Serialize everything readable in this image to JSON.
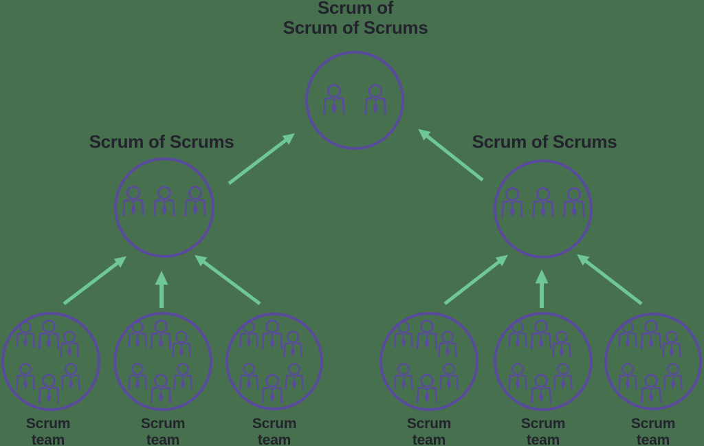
{
  "colors": {
    "background": "#47704E",
    "node_purple": "#5A4A9D",
    "arrow_green": "#6FC795",
    "label_text": "#23232D"
  },
  "root_node": {
    "title_line1": "Scrum of",
    "title_line2": "Scrum of Scrums",
    "member_count": 2
  },
  "mid_nodes": [
    {
      "label": "Scrum of Scrums",
      "member_count": 3
    },
    {
      "label": "Scrum of Scrums",
      "member_count": 3
    }
  ],
  "team_nodes": [
    {
      "label_line1": "Scrum",
      "label_line2": "team",
      "member_count": 6
    },
    {
      "label_line1": "Scrum",
      "label_line2": "team",
      "member_count": 6
    },
    {
      "label_line1": "Scrum",
      "label_line2": "team",
      "member_count": 6
    },
    {
      "label_line1": "Scrum",
      "label_line2": "team",
      "member_count": 6
    },
    {
      "label_line1": "Scrum",
      "label_line2": "team",
      "member_count": 6
    },
    {
      "label_line1": "Scrum",
      "label_line2": "team",
      "member_count": 6
    }
  ]
}
